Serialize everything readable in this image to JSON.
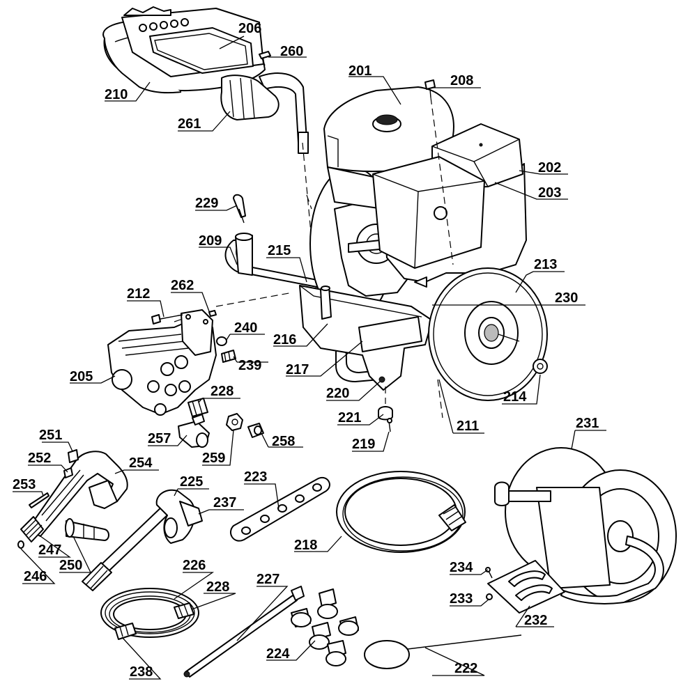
{
  "callouts": [
    {
      "id": "c201",
      "label": "201"
    },
    {
      "id": "c202",
      "label": "202"
    },
    {
      "id": "c203",
      "label": "203"
    },
    {
      "id": "c205",
      "label": "205"
    },
    {
      "id": "c206",
      "label": "206"
    },
    {
      "id": "c208",
      "label": "208"
    },
    {
      "id": "c209",
      "label": "209"
    },
    {
      "id": "c210",
      "label": "210"
    },
    {
      "id": "c211",
      "label": "211"
    },
    {
      "id": "c212",
      "label": "212"
    },
    {
      "id": "c213",
      "label": "213"
    },
    {
      "id": "c214",
      "label": "214"
    },
    {
      "id": "c215",
      "label": "215"
    },
    {
      "id": "c216",
      "label": "216"
    },
    {
      "id": "c217",
      "label": "217"
    },
    {
      "id": "c218",
      "label": "218"
    },
    {
      "id": "c219",
      "label": "219"
    },
    {
      "id": "c220",
      "label": "220"
    },
    {
      "id": "c221",
      "label": "221"
    },
    {
      "id": "c222",
      "label": "222"
    },
    {
      "id": "c223",
      "label": "223"
    },
    {
      "id": "c224",
      "label": "224"
    },
    {
      "id": "c225",
      "label": "225"
    },
    {
      "id": "c226",
      "label": "226"
    },
    {
      "id": "c227",
      "label": "227"
    },
    {
      "id": "c228a",
      "label": "228"
    },
    {
      "id": "c228b",
      "label": "228"
    },
    {
      "id": "c229",
      "label": "229"
    },
    {
      "id": "c230",
      "label": "230"
    },
    {
      "id": "c231",
      "label": "231"
    },
    {
      "id": "c232",
      "label": "232"
    },
    {
      "id": "c233",
      "label": "233"
    },
    {
      "id": "c234",
      "label": "234"
    },
    {
      "id": "c237",
      "label": "237"
    },
    {
      "id": "c238",
      "label": "238"
    },
    {
      "id": "c239",
      "label": "239"
    },
    {
      "id": "c240",
      "label": "240"
    },
    {
      "id": "c246",
      "label": "246"
    },
    {
      "id": "c247",
      "label": "247"
    },
    {
      "id": "c250",
      "label": "250"
    },
    {
      "id": "c251",
      "label": "251"
    },
    {
      "id": "c252",
      "label": "252"
    },
    {
      "id": "c253",
      "label": "253"
    },
    {
      "id": "c254",
      "label": "254"
    },
    {
      "id": "c257",
      "label": "257"
    },
    {
      "id": "c258",
      "label": "258"
    },
    {
      "id": "c259",
      "label": "259"
    },
    {
      "id": "c260",
      "label": "260"
    },
    {
      "id": "c261",
      "label": "261"
    },
    {
      "id": "c262",
      "label": "262"
    }
  ]
}
